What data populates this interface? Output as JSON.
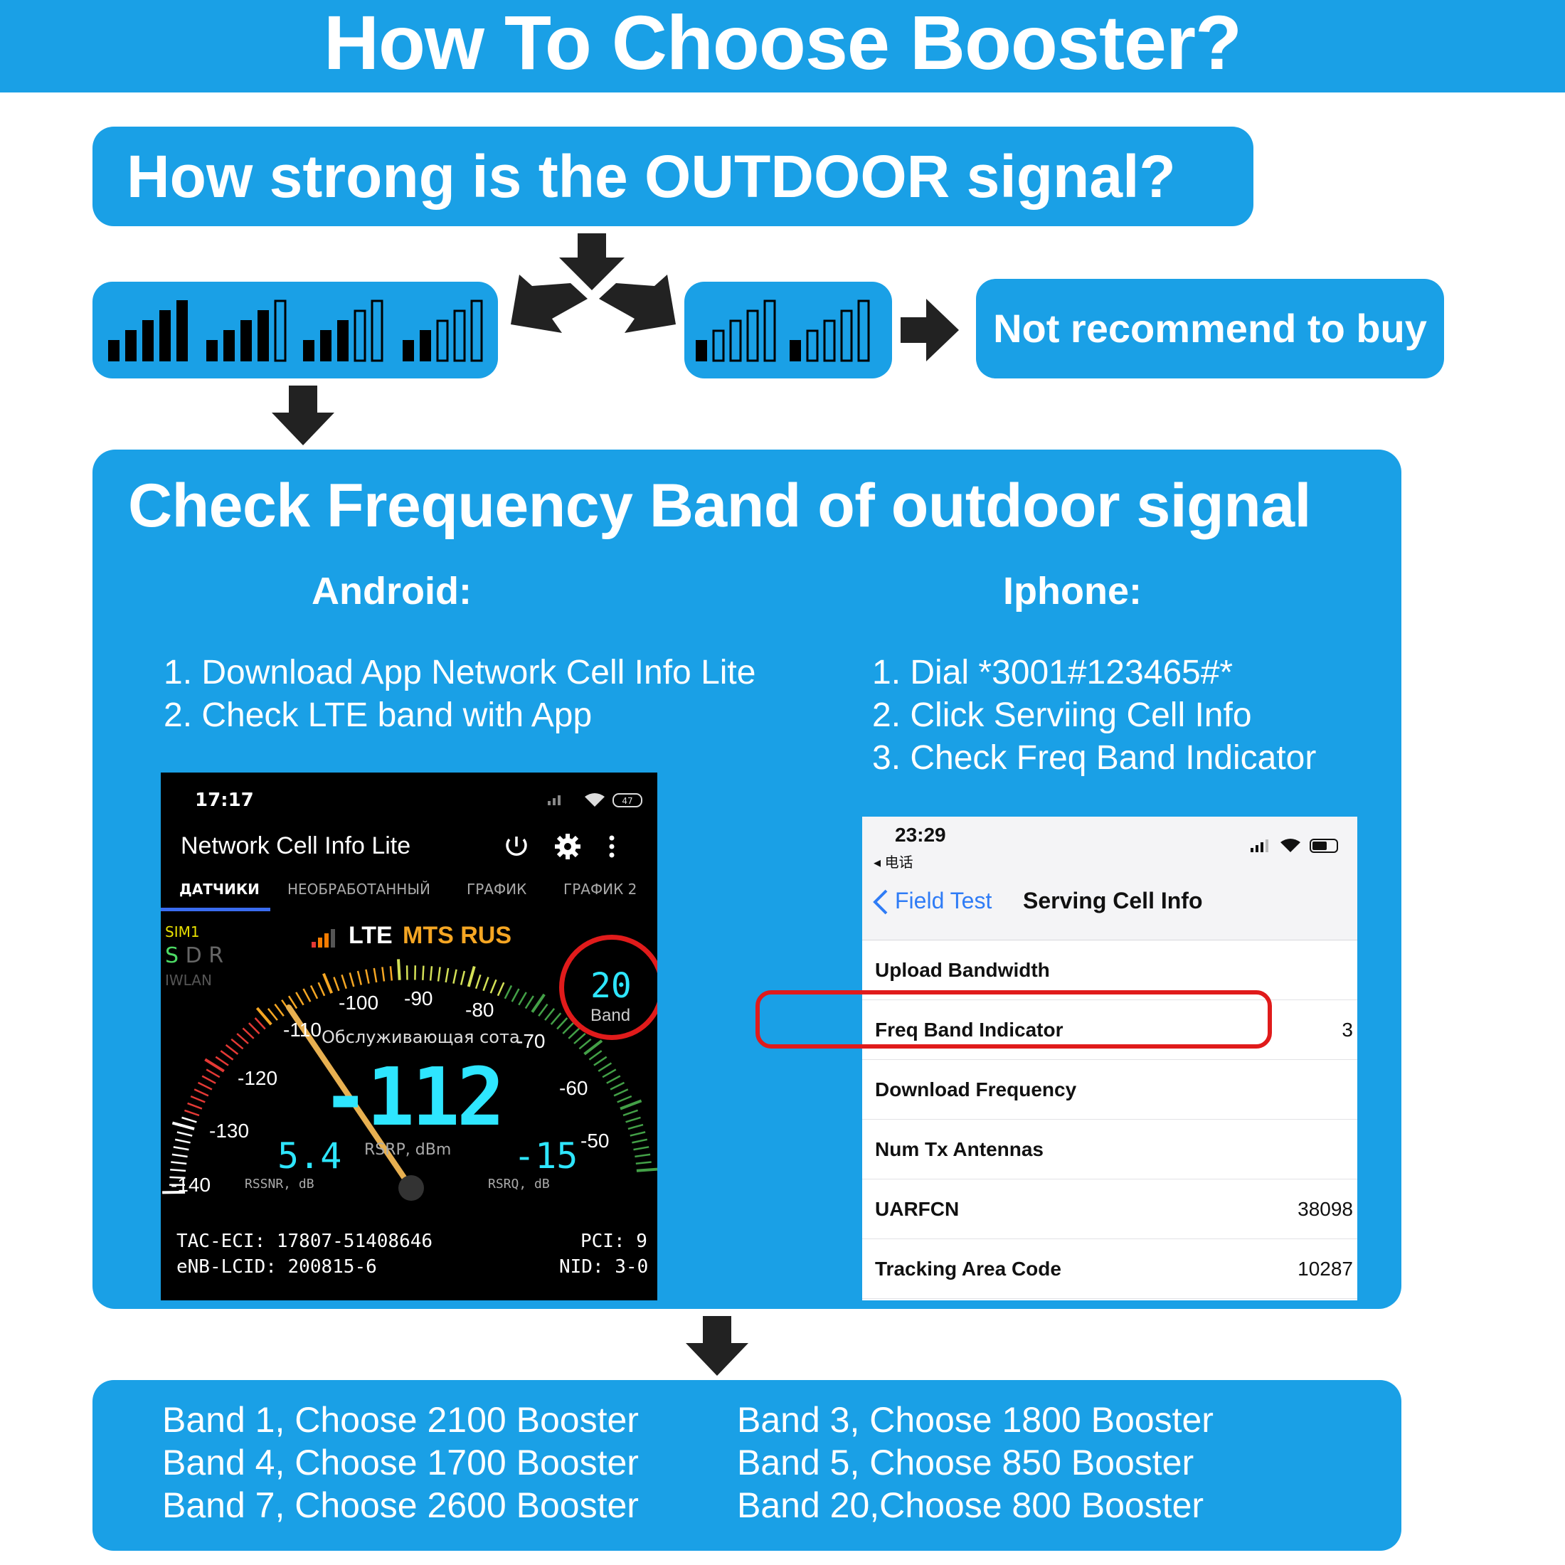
{
  "header": {
    "title": "How To Choose Booster?"
  },
  "question": {
    "text": "How strong is the OUTDOOR signal?"
  },
  "signal": {
    "strong_levels": [
      5,
      4,
      3,
      2
    ],
    "weak_levels": [
      1,
      1
    ],
    "not_recommend_text": "Not recommend to buy"
  },
  "main": {
    "title": "Check Frequency Band of outdoor signal",
    "android": {
      "heading": "Android:",
      "steps": [
        "1. Download App Network Cell Info Lite",
        "2. Check LTE band with App"
      ]
    },
    "iphone": {
      "heading": "Iphone:",
      "steps": [
        "1. Dial *3001#123465#*",
        "2. Click Serviing Cell Info",
        "3. Check Freq Band Indicator"
      ]
    }
  },
  "android_app": {
    "time": "17:17",
    "battery": "47",
    "app_title": "Network Cell Info Lite",
    "tabs": [
      "ДАТЧИКИ",
      "НЕОБРАБОТАННЫЙ",
      "ГРАФИК",
      "ГРАФИК 2"
    ],
    "sim": "SIM1",
    "sdr_s": "S",
    "sdr_dr": "D R",
    "iwlan": "IWLAN",
    "network_type": "LTE",
    "operator": "MTS RUS",
    "band_value": "20",
    "band_label": "Band",
    "gauge_ticks": [
      "-140",
      "-130",
      "-120",
      "-110",
      "-100",
      "-90",
      "-80",
      "-70",
      "-60",
      "-50"
    ],
    "gauge_caption": "Обслуживающая сота",
    "rsrp_value": "-112",
    "rsrp_unit": "RSRP, dBm",
    "rssnr_value": "5.4",
    "rssnr_label": "RSSNR, dB",
    "rsrq_value": "-15",
    "rsrq_label": "RSRQ, dB",
    "tac_eci": "TAC-ECI: 17807-51408646",
    "enb_lcid": "eNB-LCID: 200815-6",
    "pci": "PCI: 9",
    "nid": "NID: 3-0",
    "accent_color": "#2ee6ff",
    "operator_color": "#f5a623"
  },
  "iphone_app": {
    "time": "23:29",
    "back_app": "◂ 电话",
    "back_label": "Field Test",
    "title": "Serving Cell Info",
    "rows": [
      {
        "label": "Upload Bandwidth",
        "value": ""
      },
      {
        "label": "Freq Band Indicator",
        "value": "3"
      },
      {
        "label": "Download Frequency",
        "value": ""
      },
      {
        "label": "Num Tx Antennas",
        "value": ""
      },
      {
        "label": "UARFCN",
        "value": "38098"
      },
      {
        "label": "Tracking Area Code",
        "value": "10287"
      }
    ]
  },
  "bands": {
    "left": [
      "Band 1, Choose 2100 Booster",
      "Band 4, Choose 1700 Booster",
      "Band 7, Choose 2600 Booster"
    ],
    "right": [
      "Band 3, Choose 1800 Booster",
      "Band 5, Choose 850 Booster",
      "Band 20,Choose 800 Booster"
    ]
  },
  "colors": {
    "brand_blue": "#1aa0e6",
    "highlight_red": "#e01b1b",
    "arrow": "#222222"
  }
}
